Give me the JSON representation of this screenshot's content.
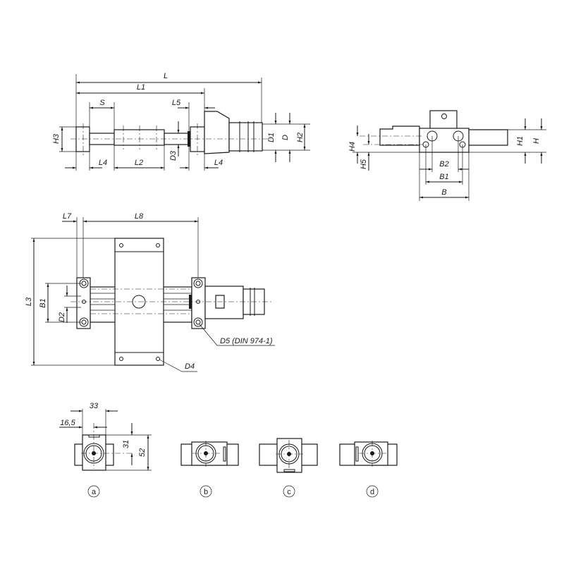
{
  "side_view": {
    "L": "L",
    "L1": "L1",
    "S": "S",
    "L5": "L5",
    "H3": "H3",
    "D3": "D3",
    "D1": "D1",
    "D": "D",
    "H2": "H2",
    "L4_left": "L4",
    "L2": "L2",
    "L4_right": "L4"
  },
  "end_view": {
    "H4": "H4",
    "H5": "H5",
    "H1": "H1",
    "H": "H",
    "B2": "B2",
    "B1": "B1",
    "B": "B"
  },
  "top_view": {
    "L7": "L7",
    "L8": "L8",
    "L3": "L3",
    "B1": "B1",
    "D2": "D2",
    "D5": "D5 (DIN 974-1)",
    "D4": "D4"
  },
  "variants": {
    "dim_33": "33",
    "dim_16_5": "16,5",
    "dim_31": "31",
    "dim_52": "52",
    "labels": [
      "a",
      "b",
      "c",
      "d"
    ]
  },
  "colors": {
    "line": "#1a1a1a",
    "background": "#ffffff"
  }
}
